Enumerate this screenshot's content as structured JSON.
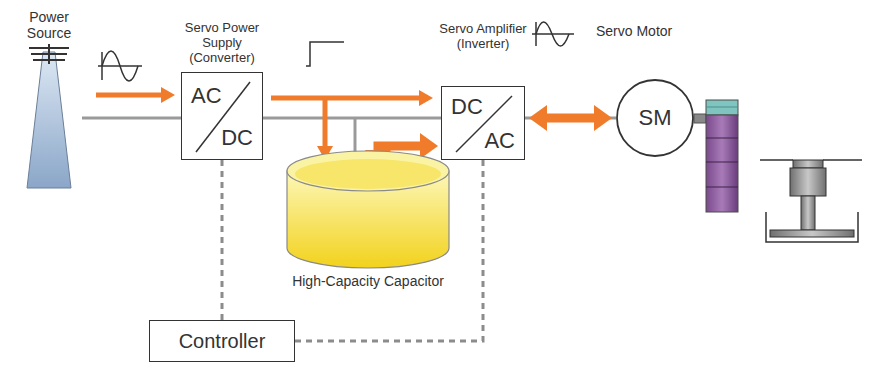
{
  "diagram": {
    "nodes": [
      {
        "text": [
          "Power Source"
        ]
      },
      {
        "text": [
          "Servo Power Supply (Converter)",
          "AC",
          "DC"
        ]
      },
      {
        "text": [
          "Servo Amplifier (Inverter)",
          "DC",
          "AC"
        ]
      },
      {
        "text": [
          "Servo Motor",
          "SM"
        ]
      },
      {
        "text": [
          "High-Capacity Capacitor"
        ]
      },
      {
        "text": [
          "Controller"
        ]
      }
    ],
    "edges": [
      {
        "from": 0,
        "to": 1,
        "arrow": "to"
      },
      {
        "from": 1,
        "to": 2,
        "arrow": "to"
      },
      {
        "from": 1,
        "to": 4,
        "arrow": "to"
      },
      {
        "from": 4,
        "to": 2,
        "arrow": "both"
      },
      {
        "from": 2,
        "to": 3,
        "arrow": "both"
      },
      {
        "from": 5,
        "to": 1,
        "arrow": "none"
      },
      {
        "from": 5,
        "to": 2,
        "arrow": "none"
      }
    ]
  }
}
